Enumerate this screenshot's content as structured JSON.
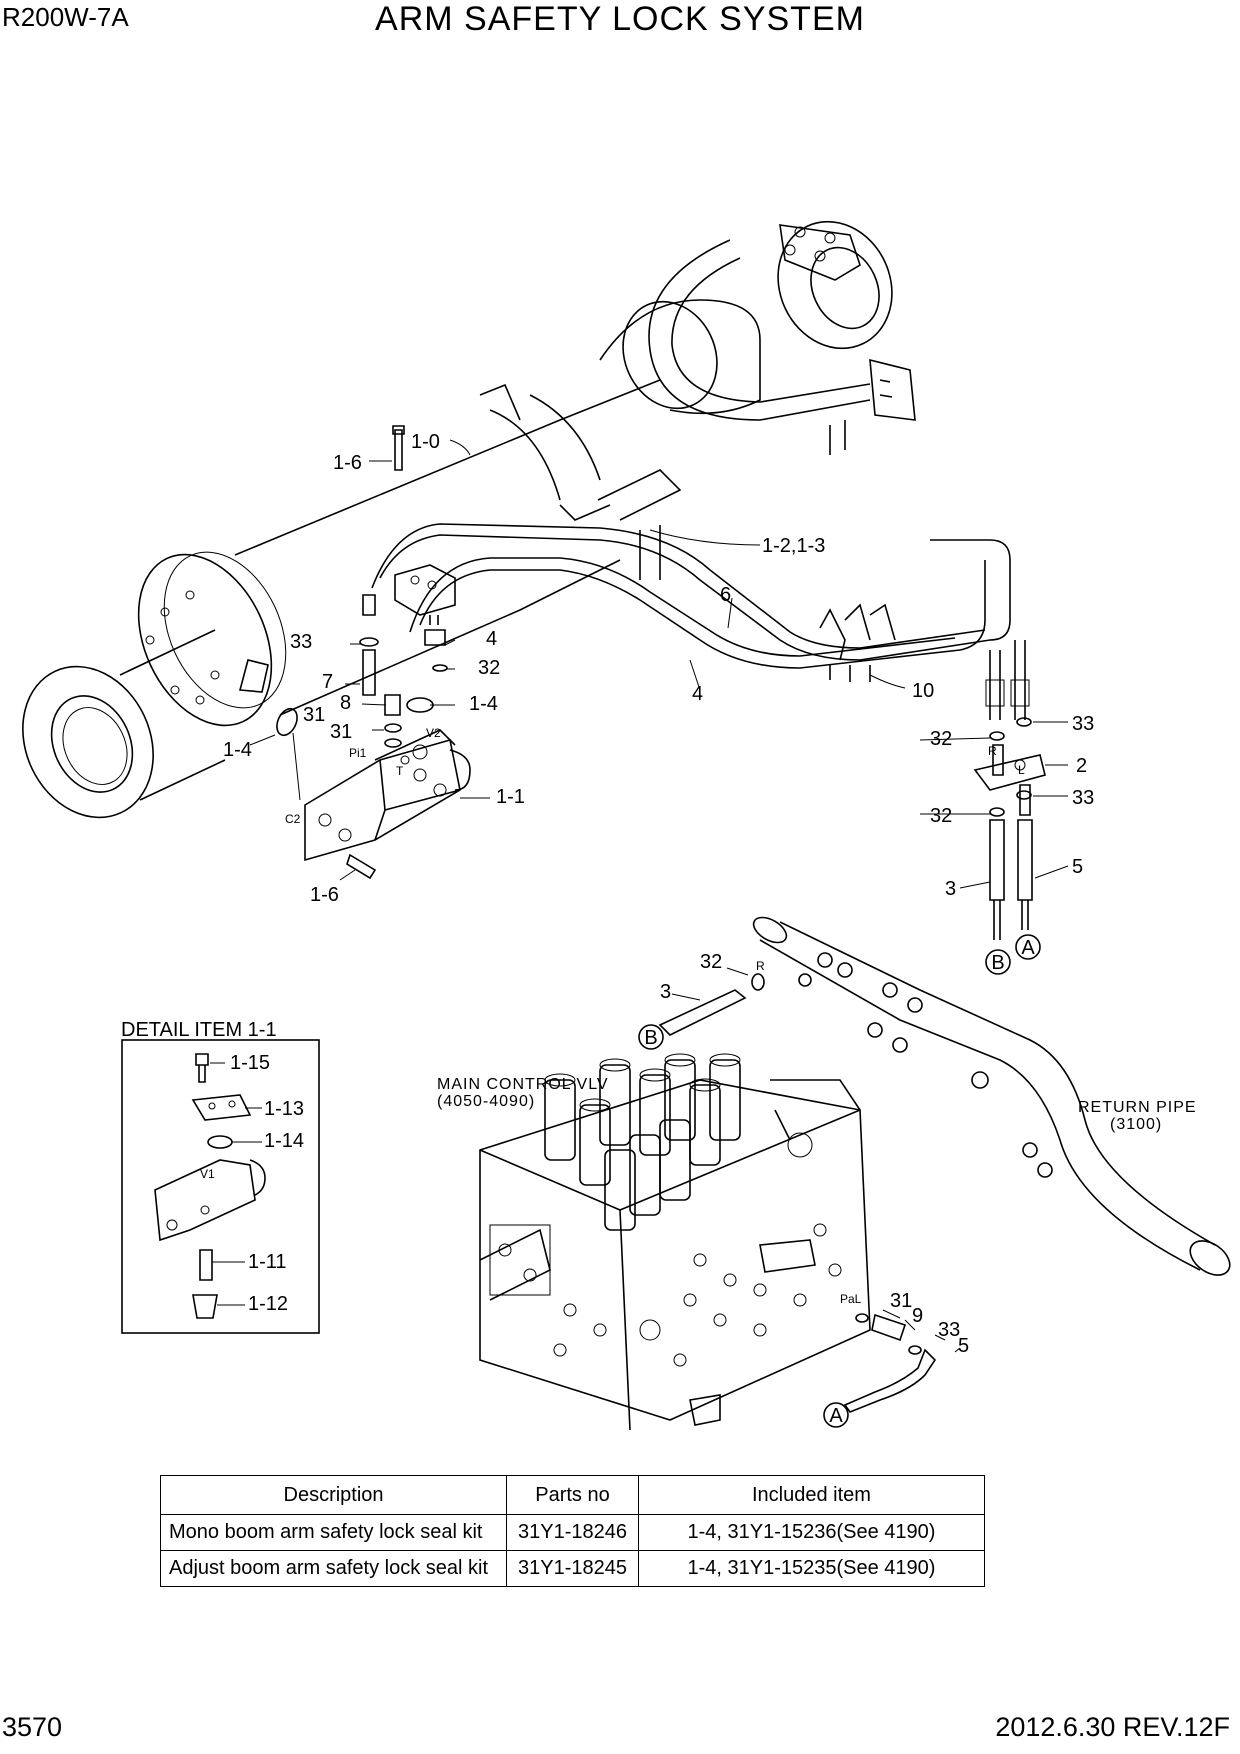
{
  "header": {
    "model": "R200W-7A",
    "title": "ARM SAFETY LOCK SYSTEM"
  },
  "footer": {
    "page": "3570",
    "revision": "2012.6.30  REV.12F"
  },
  "callouts": {
    "c1_0": "1-0",
    "c1_6a": "1-6",
    "c1_23": "1-2,1-3",
    "c6": "6",
    "c33a": "33",
    "c4a": "4",
    "c32a": "32",
    "c7": "7",
    "c8": "8",
    "c1_4a": "1-4",
    "c31a": "31",
    "c31b": "31",
    "c1_4b": "1-4",
    "c4b": "4",
    "c10": "10",
    "c1_1": "1-1",
    "c1_6b": "1-6",
    "c32b": "32",
    "c33b": "33",
    "c2": "2",
    "c32c": "32",
    "c33c": "33",
    "c5a": "5",
    "c3a": "3",
    "c32d": "32",
    "c3b": "3",
    "c31c": "31",
    "c9": "9",
    "c33d": "33",
    "c5b": "5",
    "d1_15": "1-15",
    "d1_13": "1-13",
    "d1_14": "1-14",
    "d1_11": "1-11",
    "d1_12": "1-12"
  },
  "small_marks": {
    "v2": "V2",
    "pi1": "Pi1",
    "t": "T",
    "c2": "C2",
    "r": "R",
    "l": "L",
    "r2": "R",
    "pal": "PaL",
    "v1": "V1"
  },
  "connectors": {
    "a": "A",
    "b": "B"
  },
  "detail": {
    "title": "DETAIL ITEM 1-1"
  },
  "captions": {
    "mcv_line1": "MAIN CONTROL VLV",
    "mcv_line2": "(4050-4090)",
    "return_line1": "RETURN PIPE",
    "return_line2": "(3100)"
  },
  "parts_table": {
    "headers": {
      "description": "Description",
      "parts_no": "Parts no",
      "included": "Included item"
    },
    "rows": [
      {
        "description": "Mono boom arm safety lock seal kit",
        "parts_no": "31Y1-18246",
        "included": "1-4, 31Y1-15236(See 4190)"
      },
      {
        "description": "Adjust boom arm safety lock seal kit",
        "parts_no": "31Y1-18245",
        "included": "1-4, 31Y1-15235(See 4190)"
      }
    ]
  }
}
